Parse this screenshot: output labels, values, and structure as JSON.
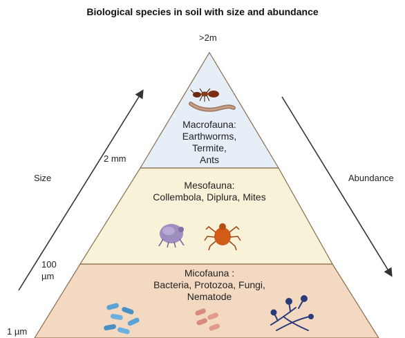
{
  "title": "Biological species in soil with size and abundance",
  "apex_label": ">2m",
  "size_axis": {
    "label": "Size",
    "ticks": [
      "2 mm",
      "100\nµm",
      "1 µm"
    ]
  },
  "abundance_axis": {
    "label": "Abundance"
  },
  "tiers": [
    {
      "name": "Macrofauna:",
      "members": [
        "Earthworms,",
        "Termite,",
        "Ants"
      ],
      "fill": "#e6eef7",
      "icons": [
        "ant-icon",
        "earthworm-icon"
      ]
    },
    {
      "name": "Mesofauna:",
      "members": [
        "Collembola, Diplura, Mites"
      ],
      "fill": "#f8f3d8",
      "icons": [
        "springtail-icon",
        "mite-icon"
      ]
    },
    {
      "name": "Micofauna :",
      "members": [
        "Bacteria, Protozoa, Fungi,",
        "Nematode"
      ],
      "fill": "#f3d9c2",
      "icons": [
        "bacteria-icon",
        "protozoa-icon",
        "fungi-icon"
      ]
    }
  ],
  "colors": {
    "outline": "#8a6a4a",
    "arrow": "#333333"
  }
}
